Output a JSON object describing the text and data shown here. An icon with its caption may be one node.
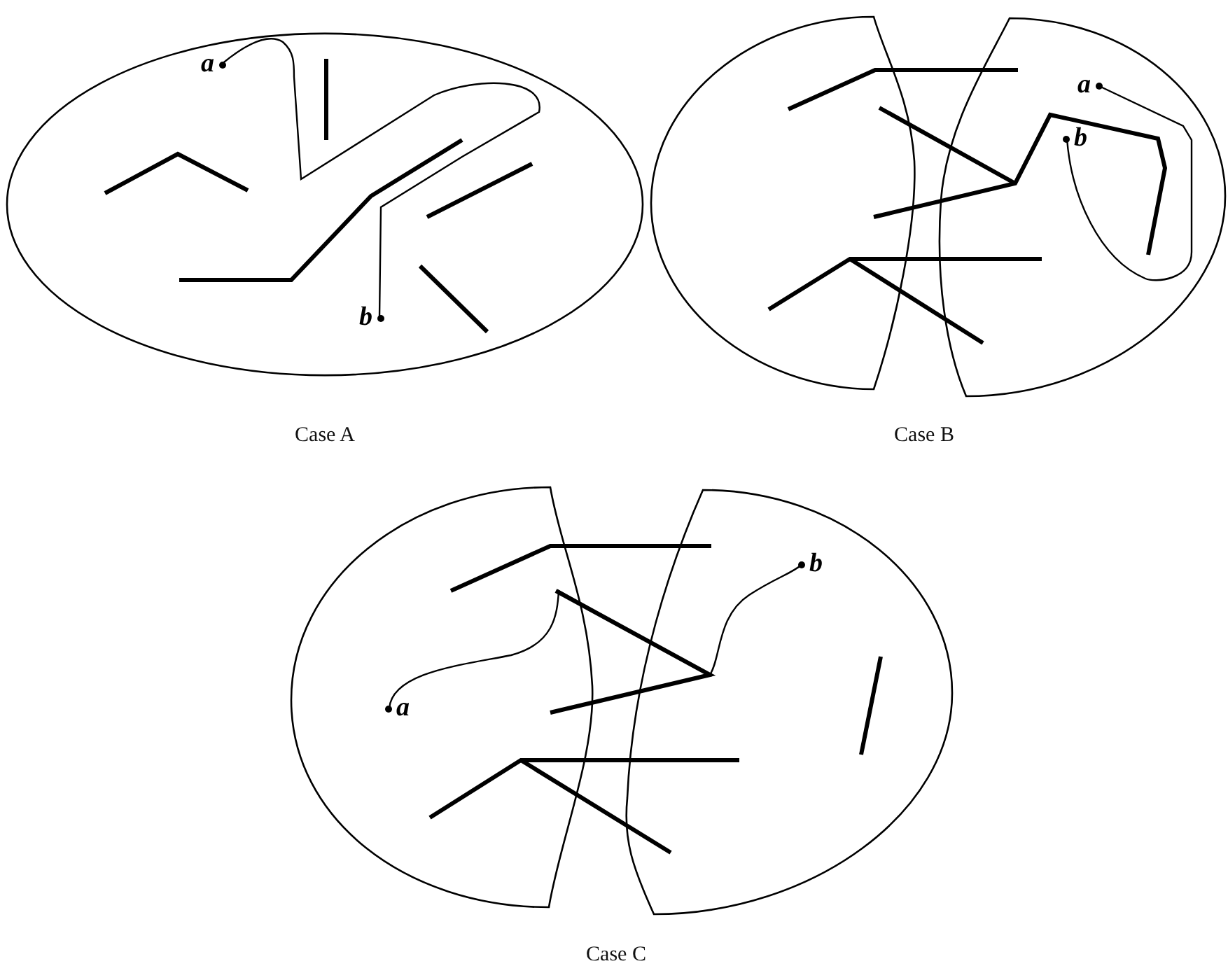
{
  "diagram": {
    "nodes": [
      {
        "text": [
          "a"
        ]
      },
      {
        "text": [
          "b"
        ]
      },
      {
        "text": [
          "a"
        ]
      },
      {
        "text": [
          "b"
        ]
      },
      {
        "text": [
          "a"
        ]
      },
      {
        "text": [
          "b"
        ]
      }
    ],
    "edges": [
      {
        "from": 0,
        "to": 1,
        "arrow": "none"
      },
      {
        "from": 2,
        "to": 3,
        "arrow": "none"
      },
      {
        "from": 4,
        "to": 5,
        "arrow": "none"
      }
    ],
    "labels": [
      "Case A",
      "Case B",
      "Case C"
    ]
  }
}
